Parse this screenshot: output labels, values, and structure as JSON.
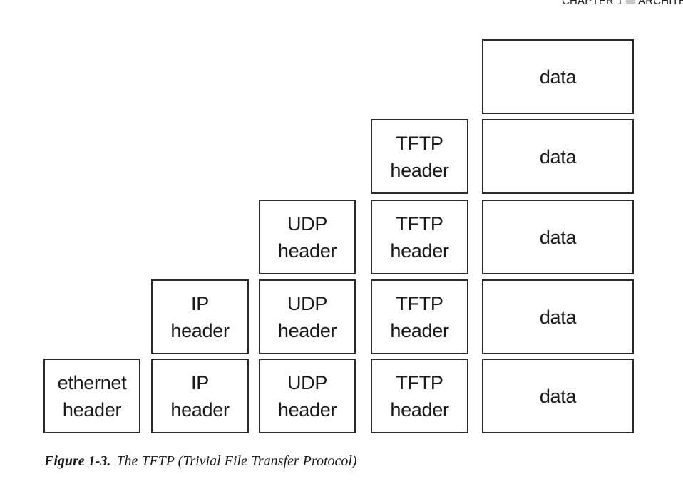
{
  "running_head": {
    "chapter": "CHAPTER 1",
    "section": "ARCHITE"
  },
  "layers": [
    {
      "name": "ethernet",
      "label": "ethernet\nheader"
    },
    {
      "name": "ip",
      "label": "IP\nheader"
    },
    {
      "name": "udp",
      "label": "UDP\nheader"
    },
    {
      "name": "tftp",
      "label": "TFTP\nheader"
    },
    {
      "name": "data",
      "label": "data"
    }
  ],
  "stack_rows": [
    [
      "data"
    ],
    [
      "tftp",
      "data"
    ],
    [
      "udp",
      "tftp",
      "data"
    ],
    [
      "ip",
      "udp",
      "tftp",
      "data"
    ],
    [
      "ethernet",
      "ip",
      "udp",
      "tftp",
      "data"
    ]
  ],
  "caption": {
    "number": "Figure 1-3.",
    "text": "The TFTP (Trivial File Transfer Protocol)"
  }
}
